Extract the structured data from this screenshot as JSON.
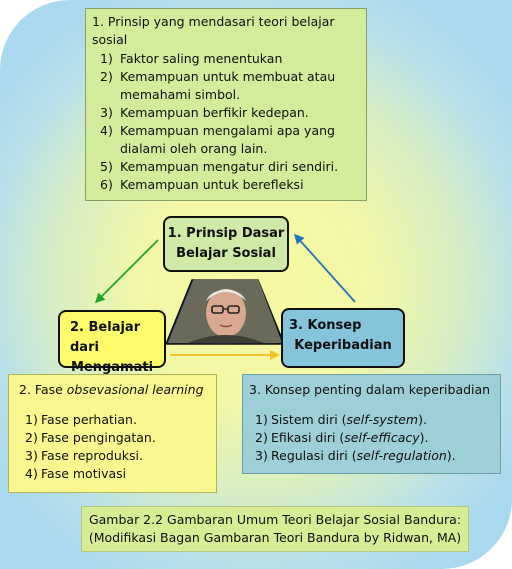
{
  "prinsip": {
    "title": "1.  Prinsip yang mendasari teori belajar sosial",
    "items": [
      {
        "num": "1)",
        "text": "Faktor saling menentukan"
      },
      {
        "num": "2)",
        "text": "Kemampuan untuk membuat atau"
      },
      {
        "num": "",
        "text": "memahami simbol."
      },
      {
        "num": "3)",
        "text": "Kemampuan berfikir kedepan."
      },
      {
        "num": "4)",
        "text": "Kemampuan mengalami apa yang"
      },
      {
        "num": "",
        "text": "dialami oleh orang lain."
      },
      {
        "num": "5)",
        "text": "Kemampuan mengatur diri sendiri."
      },
      {
        "num": "6)",
        "text": "Kemampuan untuk berefleksi"
      }
    ]
  },
  "nodes": {
    "n1": {
      "line1": "1. Prinsip Dasar",
      "line2": "Belajar Sosial"
    },
    "n2": {
      "line1": "2. Belajar dari",
      "line2": "Mengamati"
    },
    "n3": {
      "line1": "3. Konsep",
      "line2": "Keperibadian"
    }
  },
  "fase": {
    "title_prefix": "2. Fase ",
    "title_italic": "obsevasional learning",
    "items": [
      {
        "num": "1)",
        "text": "Fase perhatian."
      },
      {
        "num": "2)",
        "text": "Fase pengingatan."
      },
      {
        "num": "3)",
        "text": "Fase reproduksi."
      },
      {
        "num": "4)",
        "text": "Fase motivasi"
      }
    ]
  },
  "konsep": {
    "title": "3. Konsep penting dalam keperibadian",
    "items": [
      {
        "num": "1)",
        "text": "Sistem diri (",
        "italic": "self-system",
        "end": ")."
      },
      {
        "num": "2)",
        "text": "Efikasi diri (",
        "italic": "self-efficacy",
        "end": ")."
      },
      {
        "num": "3)",
        "text": "Regulasi diri (",
        "italic": "self-regulation",
        "end": ")."
      }
    ]
  },
  "caption": {
    "line1": "Gambar 2.2 Gambaran Umum Teori Belajar Sosial Bandura:",
    "line2": "(Modifikasi Bagan Gambaran Teori Bandura by Ridwan, MA)"
  },
  "colors": {
    "arrow_green": "#22a52c",
    "arrow_blue": "#2173c2",
    "arrow_orange": "#f6c22a"
  }
}
